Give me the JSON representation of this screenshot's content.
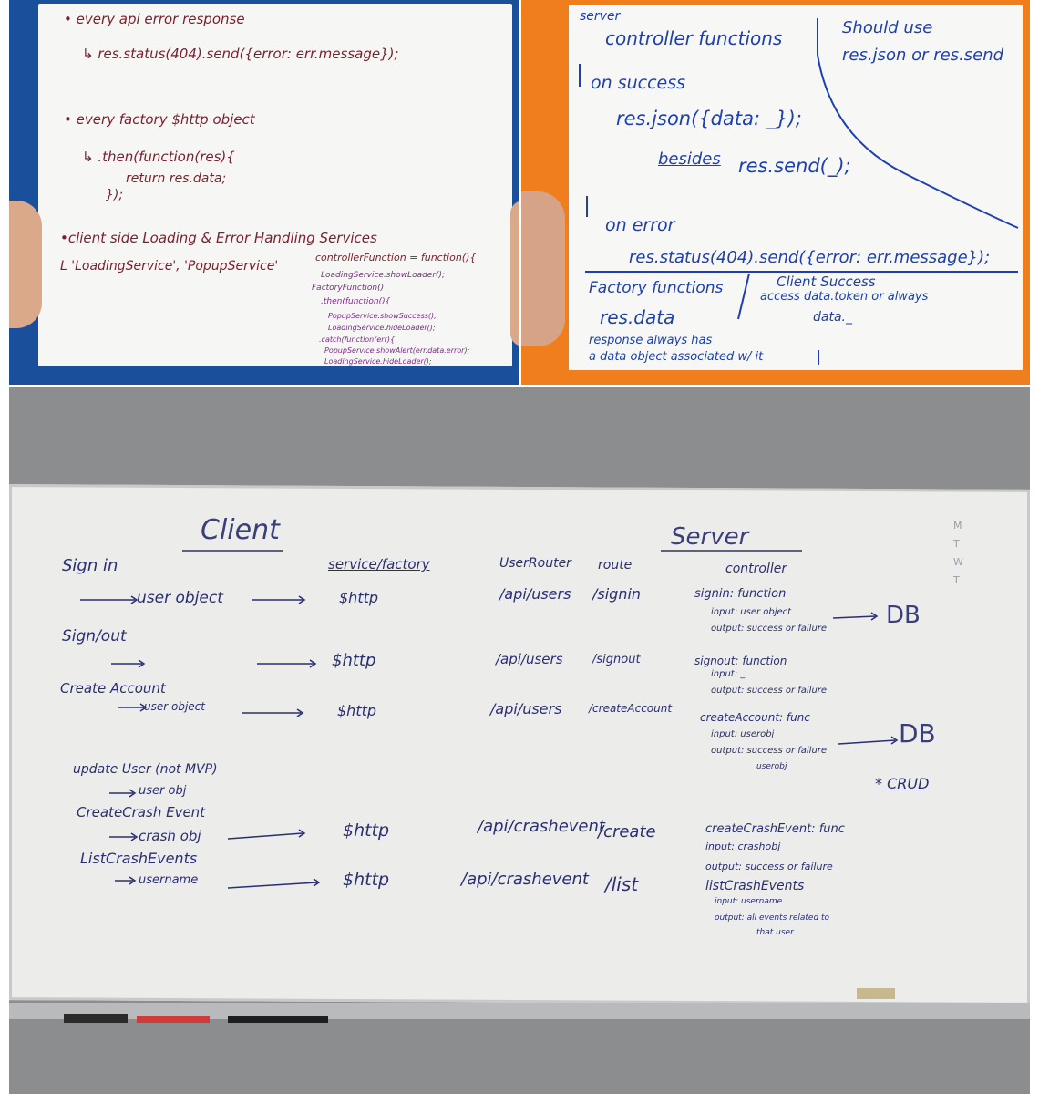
{
  "blue_board": {
    "bullet1": "• every api error response",
    "line1": "↳ res.status(404).send({error: err.message});",
    "bullet2": "• every factory $http object",
    "line2a": "↳ .then(function(res){",
    "line2b": "return res.data;",
    "line2c": "});",
    "bullet3": "•client side Loading & Error Handling Services",
    "line3": "L 'LoadingService', 'PopupService'",
    "code": [
      "controllerFunction = function(){",
      "LoadingService.showLoader();",
      "FactoryFunction()",
      ".then(function(){",
      "PopupService.showSuccess();",
      "LoadingService.hideLoader();",
      ".catch(function(err){",
      "PopupService.showAlert(err.data.error);",
      "LoadingService.hideLoader();"
    ]
  },
  "orange_board": {
    "server": "server",
    "controller_functions": "controller functions",
    "should_use_1": "Should use",
    "should_use_2": "res.json or res.send",
    "on_success": "on success",
    "res_json": "res.json({data: _});",
    "besides": "besides",
    "res_send": "res.send(_);",
    "on_error": "on error",
    "res_status": "res.status(404).send({error: err.message});",
    "factory_functions": "Factory functions",
    "res_data": "res.data",
    "response_1": "response always has",
    "response_2": "a data object associated w/ it",
    "client_success": "Client Success",
    "access_1": "access data.token or always",
    "access_2": "data._"
  },
  "wall_board": {
    "client": "Client",
    "server": "Server",
    "service_factory": "service/factory",
    "user_router": "UserRouter",
    "route": "route",
    "controller": "controller",
    "sign_in": "Sign in",
    "user_object": "user object",
    "http": "$http",
    "api_users": "/api/users",
    "signin": "/signin",
    "signin_func": "signin: function",
    "signin_input": "input: user object",
    "signin_output": "output: success or failure",
    "db": "DB",
    "sign_out": "Sign/out",
    "signout": "/signout",
    "signout_func": "signout: function",
    "signout_input": "input: _",
    "signout_output": "output: success or failure",
    "create_account": "Create Account",
    "user_object_2": "user object",
    "create_account_route": "/createAccount",
    "create_account_func": "createAccount: func",
    "create_account_input": "input: userobj",
    "create_account_output": "output: success or failure",
    "userobj": "userobj",
    "crud": "* CRUD",
    "update_user": "update User (not MVP)",
    "user_obj": "user obj",
    "create_crash_event": "CreateCrash Event",
    "crash_obj": "crash obj",
    "list_crash_events": "ListCrashEvents",
    "username": "username",
    "api_crashevent": "/api/crashevent",
    "create": "/create",
    "list": "/list",
    "cce_func": "createCrashEvent: func",
    "cce_input": "input: crashobj",
    "cce_output": "output: success or failure",
    "lce_func": "listCrashEvents",
    "lce_input": "input: username",
    "lce_output": "output: all events related to",
    "lce_output_2": "that user",
    "corner": [
      "M",
      "T",
      "W",
      "T"
    ]
  }
}
